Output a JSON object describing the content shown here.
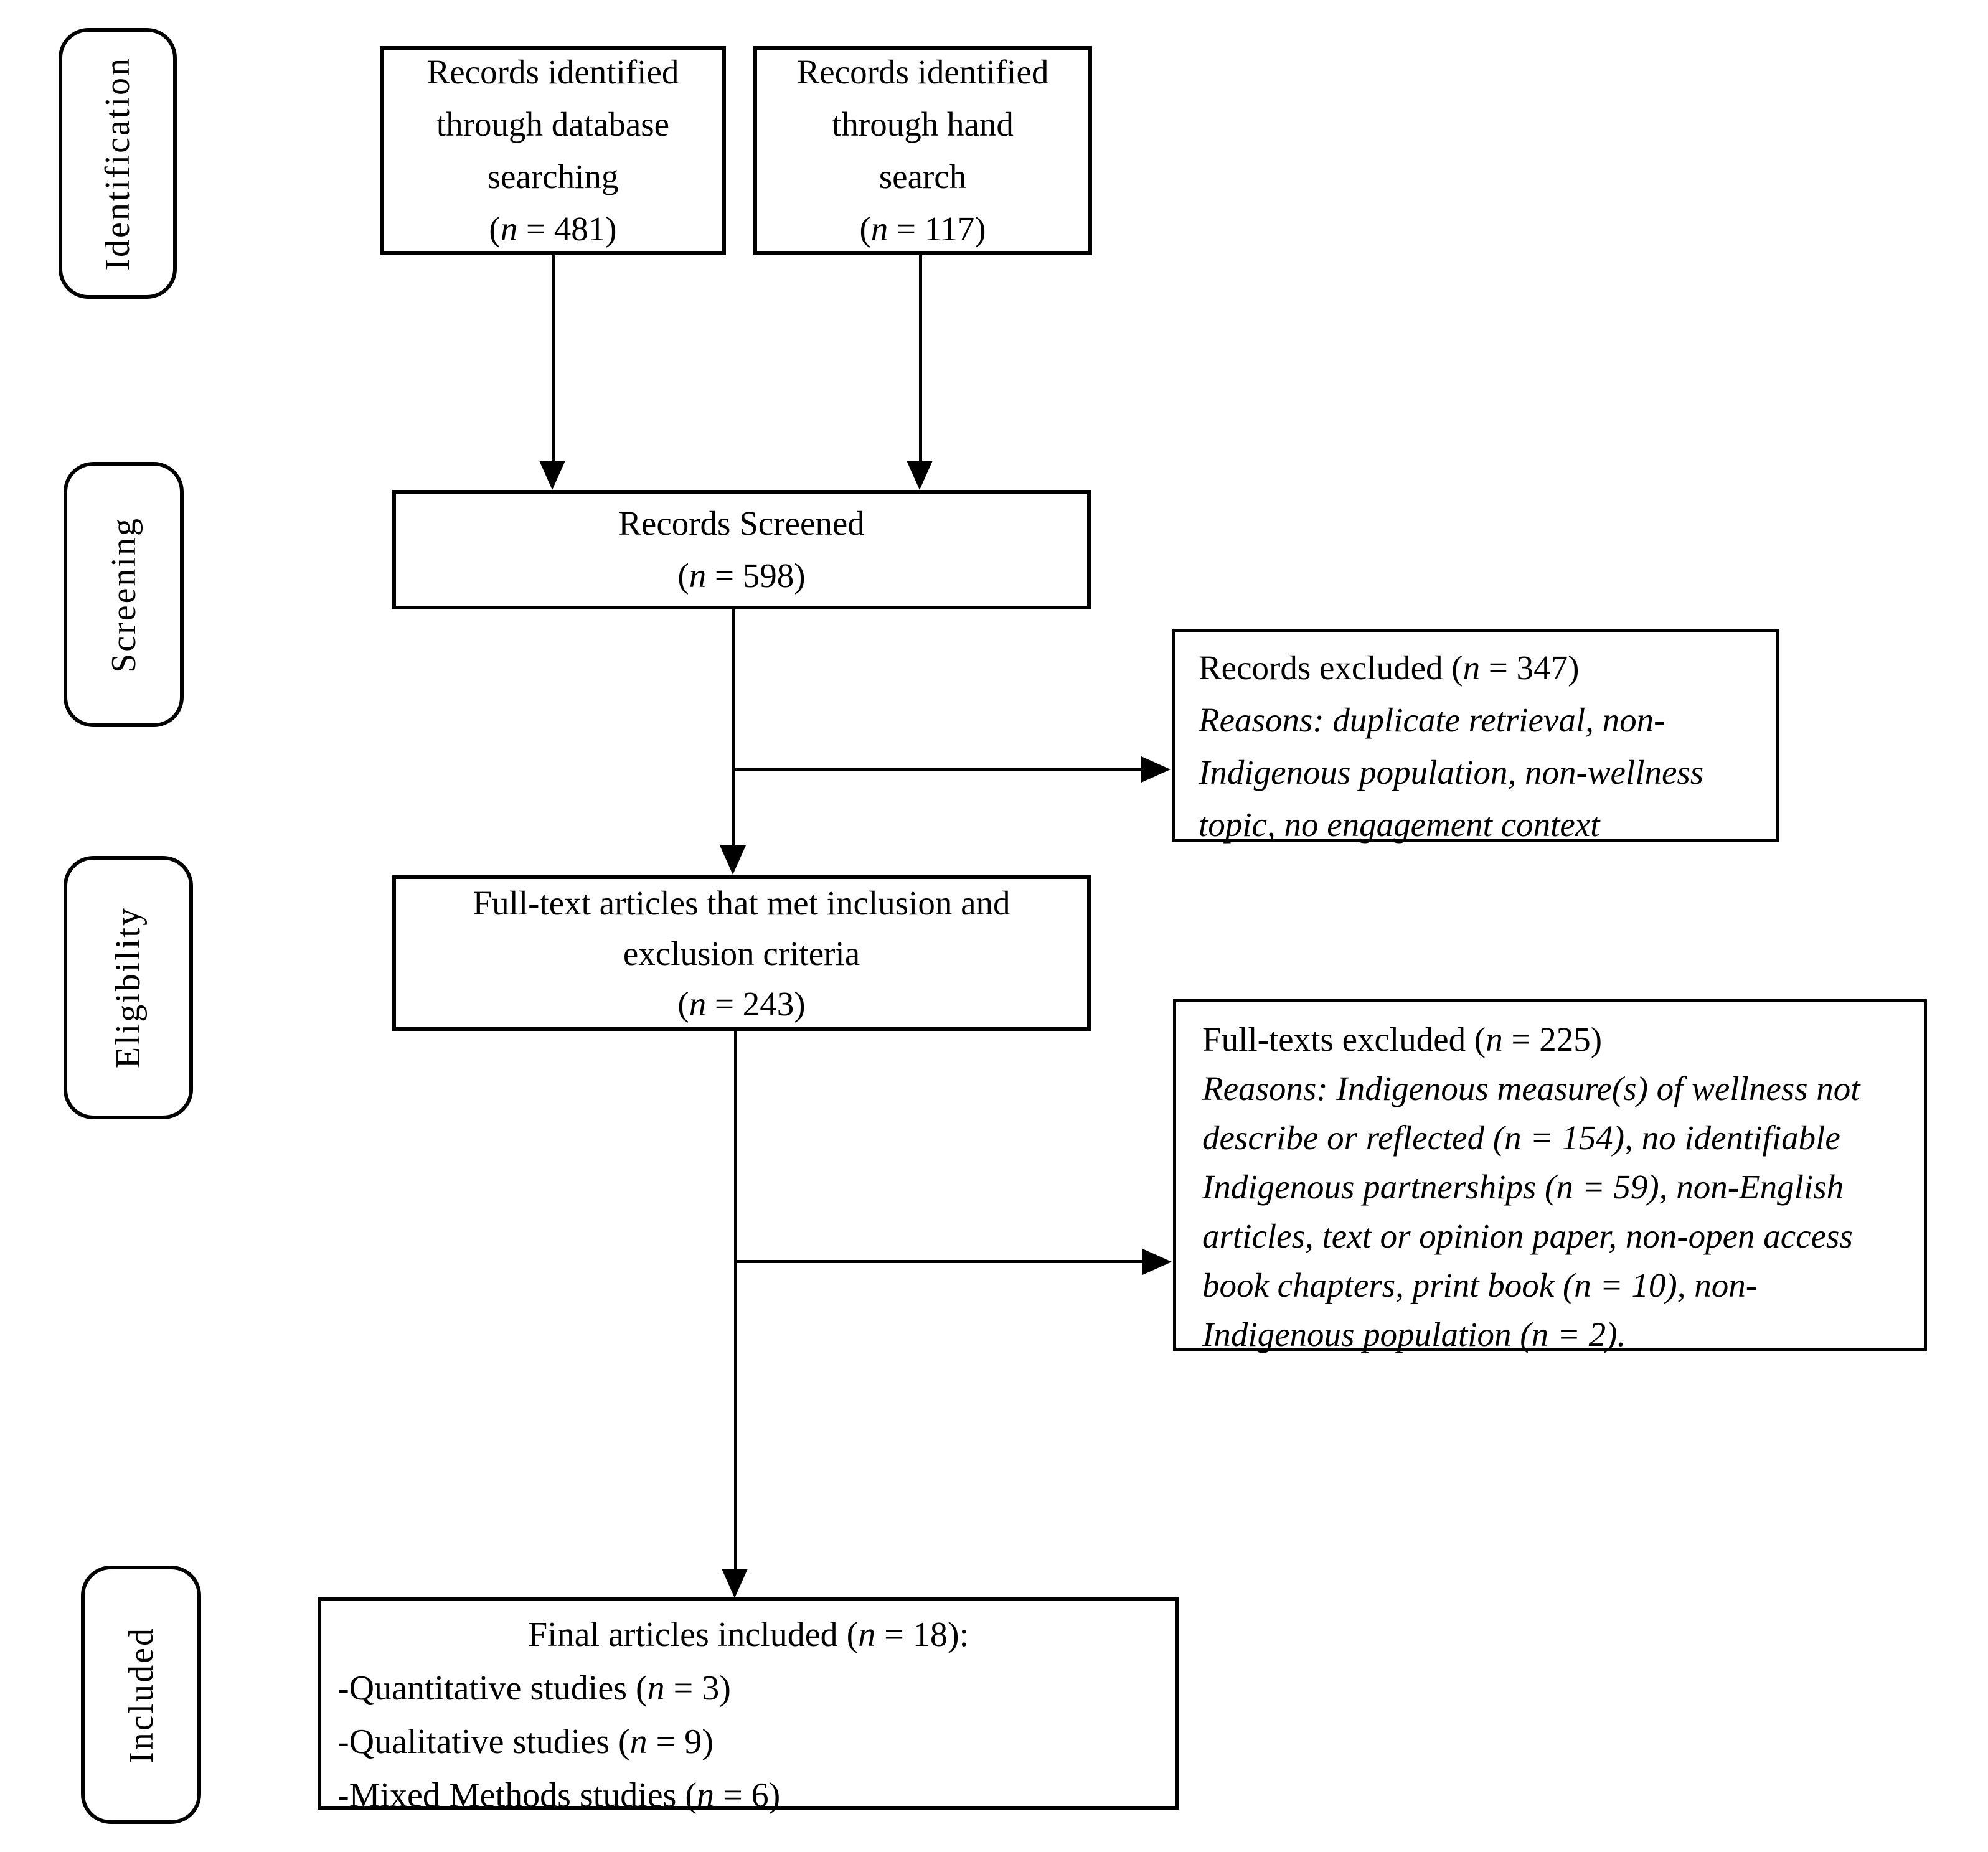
{
  "stages": [
    {
      "label": "Identification"
    },
    {
      "label": "Screening"
    },
    {
      "label": "Eligibility"
    },
    {
      "label": "Included"
    }
  ],
  "boxes": {
    "db_search": {
      "lines": [
        "Records identified",
        "through database",
        "searching",
        "(n = 481)"
      ]
    },
    "hand_search": {
      "lines": [
        "Records identified",
        "through hand",
        "search",
        "(n = 117)"
      ]
    },
    "screened": {
      "lines": [
        "Records Screened",
        "(n = 598)"
      ]
    },
    "records_excluded": {
      "title": "Records excluded (n = 347)",
      "reasons": "Reasons: duplicate retrieval, non-Indigenous population, non-wellness topic, no engagement context"
    },
    "full_text": {
      "lines": [
        "Full-text articles that met inclusion and",
        "exclusion criteria",
        "(n = 243)"
      ]
    },
    "full_texts_excluded": {
      "title": "Full-texts excluded (n = 225)",
      "reasons": "Reasons: Indigenous measure(s) of wellness not describe or reflected (n = 154), no identifiable Indigenous partnerships (n = 59), non-English articles, text or opinion paper, non-open access book chapters, print book (n = 10), non-Indigenous population (n = 2)."
    },
    "final": {
      "title": "Final articles included (n = 18):",
      "items": [
        "-Quantitative studies (n = 3)",
        "-Qualitative studies (n = 9)",
        "-Mixed Methods studies (n = 6)"
      ]
    }
  },
  "colors": {
    "line": "#000000",
    "background": "#ffffff",
    "text": "#000000"
  }
}
